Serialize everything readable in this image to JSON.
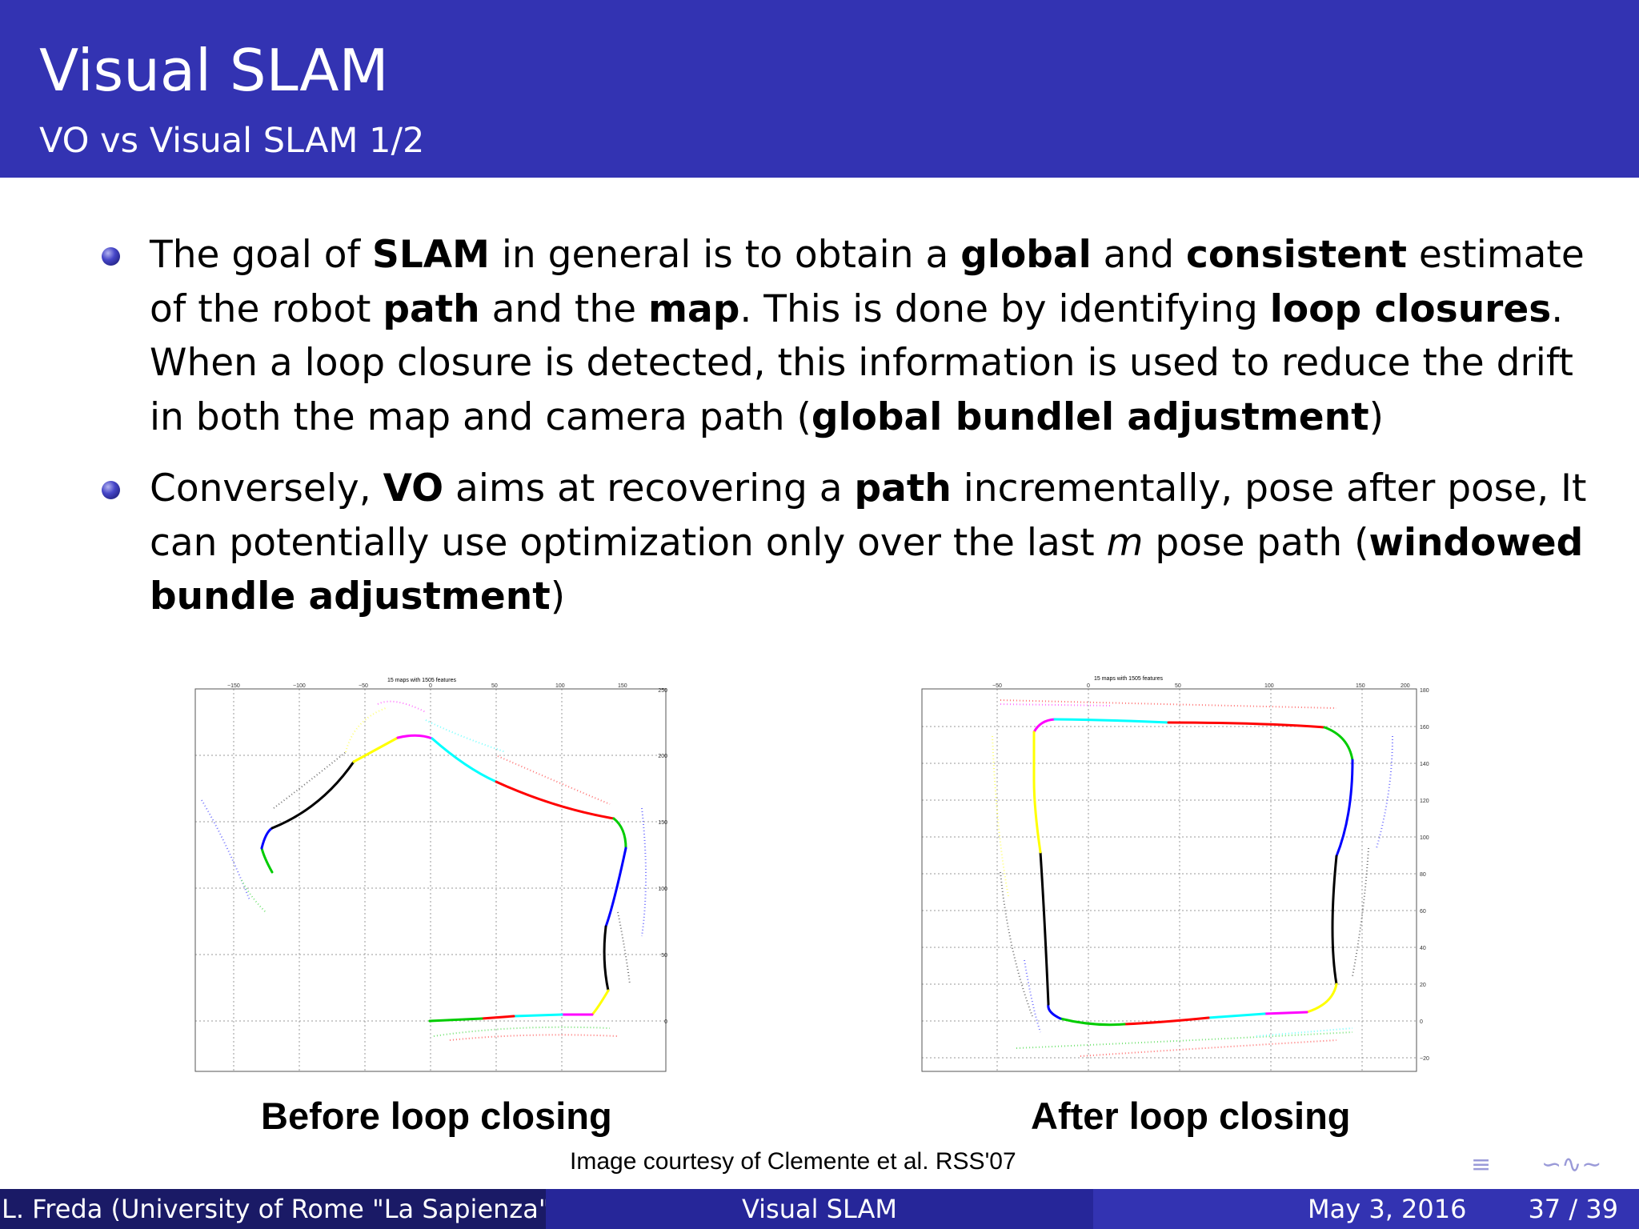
{
  "header": {
    "title": "Visual SLAM",
    "subtitle": "VO vs Visual SLAM 1/2"
  },
  "bullets": [
    {
      "parts": [
        [
          "t",
          "The goal of "
        ],
        [
          "b",
          "SLAM"
        ],
        [
          "t",
          " in general is to obtain a "
        ],
        [
          "b",
          "global"
        ],
        [
          "t",
          " and "
        ],
        [
          "b",
          "consistent"
        ],
        [
          "t",
          " estimate of the robot "
        ],
        [
          "b",
          "path"
        ],
        [
          "t",
          " and the "
        ],
        [
          "b",
          "map"
        ],
        [
          "t",
          ". This is done by identifying "
        ],
        [
          "b",
          "loop closures"
        ],
        [
          "t",
          ". When a loop closure is detected, this information is used to reduce the drift in both the map and camera path ("
        ],
        [
          "b",
          "global bundlel adjustment"
        ],
        [
          "t",
          ")"
        ]
      ]
    },
    {
      "parts": [
        [
          "t",
          "Conversely, "
        ],
        [
          "b",
          "VO"
        ],
        [
          "t",
          " aims at recovering a "
        ],
        [
          "b",
          "path"
        ],
        [
          "t",
          " incrementally, pose after pose, It can potentially use optimization only over the last "
        ],
        [
          "i",
          "m"
        ],
        [
          "t",
          " pose path ("
        ],
        [
          "b",
          "windowed bundle adjustment"
        ],
        [
          "t",
          ")"
        ]
      ]
    }
  ],
  "figures": {
    "left": {
      "small_title": "15 maps with 1505 features",
      "x_ticks": [
        "−150",
        "−100",
        "−50",
        "0",
        "50",
        "100",
        "150"
      ],
      "y_ticks": [
        "250",
        "200",
        "150",
        "100",
        "50",
        "0"
      ],
      "caption": "Before loop closing"
    },
    "right": {
      "small_title": "15 maps with 1505 features",
      "x_ticks": [
        "−50",
        "0",
        "50",
        "100",
        "150",
        "200"
      ],
      "y_ticks": [
        "180",
        "160",
        "140",
        "120",
        "100",
        "80",
        "60",
        "40",
        "20",
        "0",
        "−20"
      ],
      "caption": "After loop closing"
    },
    "credit": "Image courtesy of Clemente et al. RSS'07",
    "path_colors": [
      "#00cc00",
      "#000000",
      "#ffff00",
      "#ff00ff",
      "#00ffff",
      "#ff0000",
      "#0000ff"
    ]
  },
  "nav": {
    "menu_symbol": "≡",
    "search_symbol": "∽∿∼"
  },
  "footer": {
    "author": "L. Freda (University of Rome \"La Sapienza\")",
    "title": "Visual SLAM",
    "date": "May 3, 2016",
    "page": "37 / 39"
  }
}
